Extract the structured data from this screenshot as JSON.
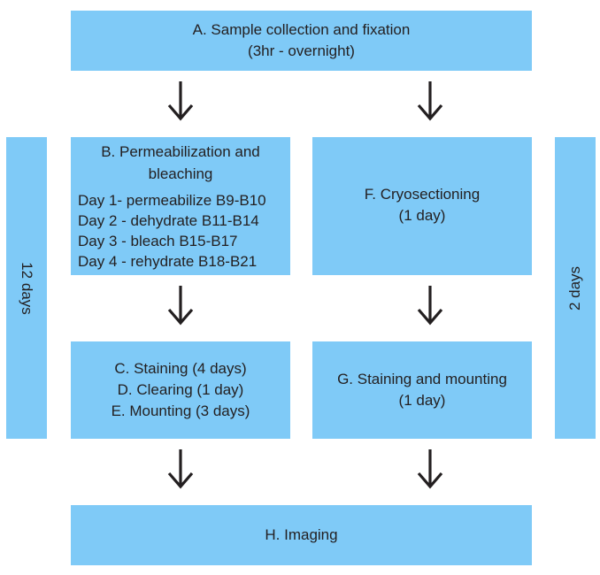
{
  "boxes": {
    "a": {
      "line1": "A. Sample collection and fixation",
      "line2": "(3hr - overnight)"
    },
    "b": {
      "title1": "B. Permeabilization and",
      "title2": "bleaching",
      "steps": [
        "Day 1- permeabilize B9-B10",
        "Day 2 - dehydrate B11-B14",
        "Day 3 - bleach B15-B17",
        "Day 4 - rehydrate B18-B21"
      ]
    },
    "c": {
      "lines": [
        "C. Staining (4 days)",
        "D. Clearing (1 day)",
        "E. Mounting (3 days)"
      ]
    },
    "f": {
      "line1": "F. Cryosectioning",
      "line2": "(1 day)"
    },
    "g": {
      "line1": "G. Staining and mounting",
      "line2": "(1 day)"
    },
    "h": {
      "line1": "H. Imaging"
    }
  },
  "side_labels": {
    "left": "12 days",
    "right": "2 days"
  },
  "colors": {
    "box_fill": "#7fcaf7",
    "arrow": "#231f20"
  },
  "arrow_icon": "arrow-down-icon"
}
